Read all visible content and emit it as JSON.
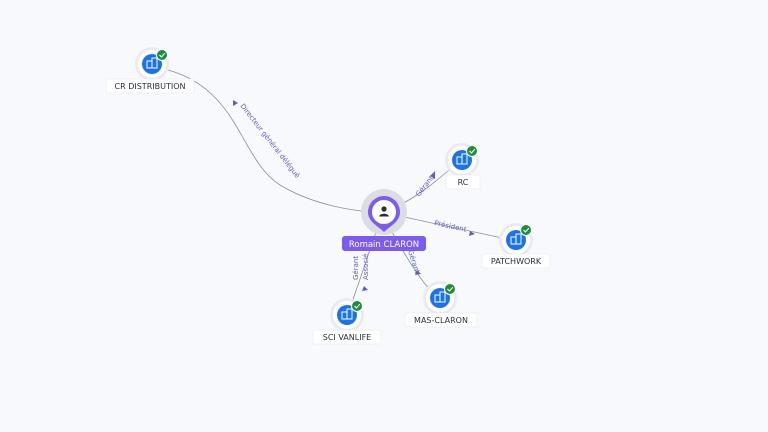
{
  "center": {
    "name": "Romain CLARON",
    "icon": "person-icon"
  },
  "companies": [
    {
      "name": "CR DISTRIBUTION",
      "icon": "building-icon",
      "verified": true
    },
    {
      "name": "RC",
      "icon": "building-icon",
      "verified": true
    },
    {
      "name": "PATCHWORK",
      "icon": "building-icon",
      "verified": true
    },
    {
      "name": "MAS-CLARON",
      "icon": "building-icon",
      "verified": true
    },
    {
      "name": "SCI VANLIFE",
      "icon": "building-icon",
      "verified": true
    }
  ],
  "relations": [
    {
      "target": "CR DISTRIBUTION",
      "labels": [
        "Directeur général délégué"
      ]
    },
    {
      "target": "RC",
      "labels": [
        "Gérant"
      ]
    },
    {
      "target": "PATCHWORK",
      "labels": [
        "Président"
      ]
    },
    {
      "target": "MAS-CLARON",
      "labels": [
        "Gérant"
      ]
    },
    {
      "target": "SCI VANLIFE",
      "labels": [
        "Gérant",
        "Associé"
      ]
    }
  ],
  "colors": {
    "accent": "#7c5cf0",
    "company": "#1a73e8",
    "verified": "#1e8e3e",
    "relation_text": "#5b5fc7"
  }
}
